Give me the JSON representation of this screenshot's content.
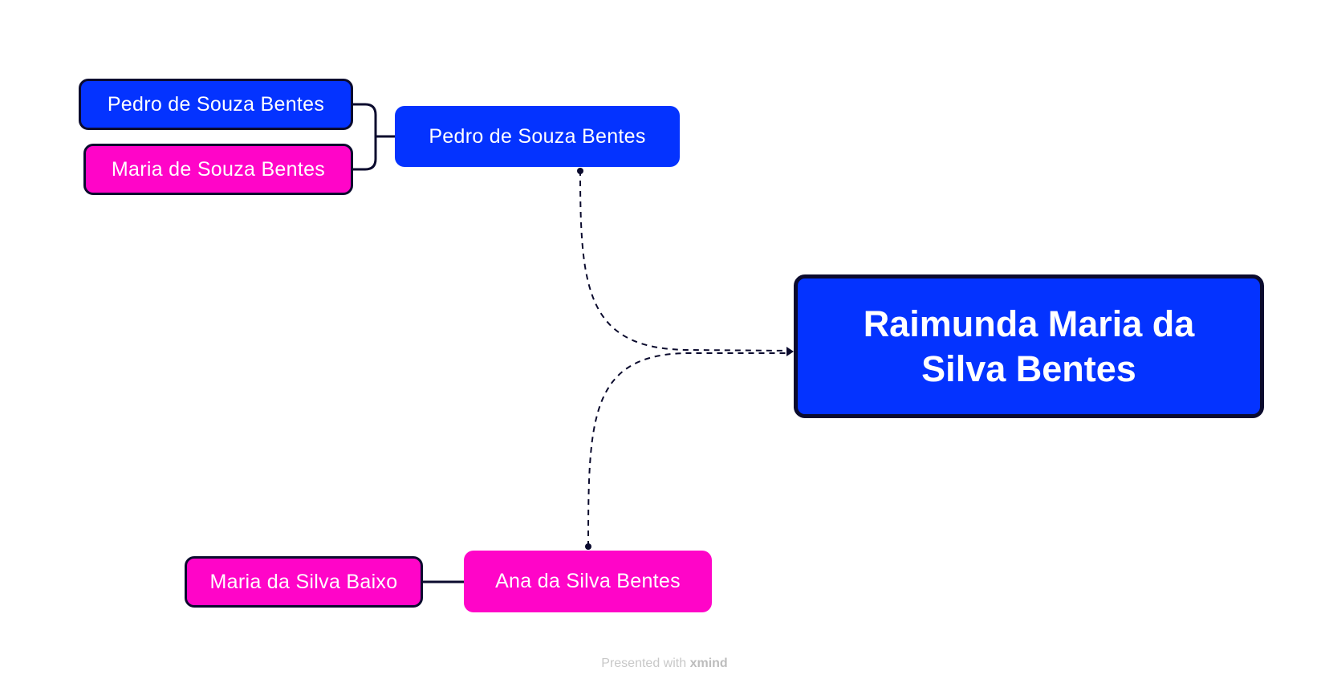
{
  "diagram": {
    "type": "mind-map / family tree",
    "root": {
      "label": "Raimunda Maria da Silva Bentes",
      "color": "#0433ff"
    },
    "parents": [
      {
        "label": "Pedro de Souza Bentes",
        "color": "#0433ff",
        "children": [
          {
            "label": "Pedro de Souza Bentes",
            "color": "#0433ff"
          },
          {
            "label": "Maria de Souza Bentes",
            "color": "#ff05c8"
          }
        ]
      },
      {
        "label": "Ana da Silva Bentes",
        "color": "#ff05c8",
        "children": [
          {
            "label": "Maria da Silva Baixo",
            "color": "#ff05c8"
          }
        ]
      }
    ],
    "relationship_line_style": "dashed"
  },
  "footer": {
    "prefix": "Presented with",
    "brand": "xmind"
  }
}
